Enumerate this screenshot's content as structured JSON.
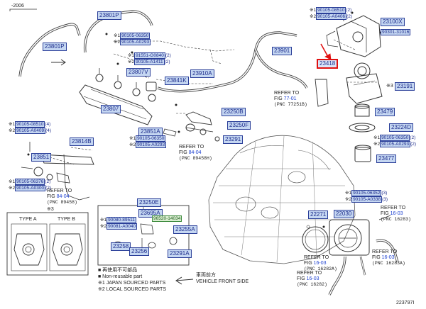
{
  "year_label": "-2006",
  "parts": {
    "p23801P_a": "23801P",
    "p23801P_b": "23801P",
    "p23807V": "23807V",
    "p23841K": "23841K",
    "p23807": "23807",
    "p23910A": "23910A",
    "p23901": "23901",
    "p23418": "23418",
    "p23100X": "23100X",
    "p23191": "23191",
    "p23479": "23479",
    "p23224D": "23224D",
    "p23477": "23477",
    "p23250B": "23250B",
    "p23250F": "23250F",
    "p23291": "23291",
    "p23851A": "23851A",
    "p23814B": "23814B",
    "p23851": "23851",
    "p23250E": "23250E",
    "p23695A": "23695A",
    "p23255A": "23255A",
    "p23258": "23258",
    "p23256": "23256",
    "p23291A": "23291A",
    "p22271": "22271",
    "p22030": "22030"
  },
  "subs": {
    "s1": {
      "mark": "※1",
      "code": "90105-06350"
    },
    "s2": {
      "mark": "※2",
      "code": "90105-A0293"
    },
    "s3": {
      "mark": "※1",
      "code": "91551-G0840",
      "qty": "(2)"
    },
    "s4": {
      "mark": "※2",
      "code": "90105-A1411",
      "qty": "(2)"
    },
    "s5": {
      "mark": "※1",
      "code": "90105-08510",
      "qty": "(2)"
    },
    "s6": {
      "mark": "※2",
      "code": "90105-A0406",
      "qty": "(2)"
    },
    "s7": {
      "code": "90301-31016"
    },
    "s8": {
      "mark": "※1",
      "code": "90105-06350",
      "qty": "(2)"
    },
    "s9": {
      "mark": "※2",
      "code": "90105-A0293",
      "qty": "(2)"
    },
    "s10": {
      "mark": "※1",
      "code": "90105-06350"
    },
    "s11": {
      "mark": "※2",
      "code": "90105-A0293"
    },
    "s12": {
      "mark": "※1",
      "code": "90105-08510",
      "qty": "(4)"
    },
    "s13": {
      "mark": "※2",
      "code": "90105-A0409",
      "qty": "(4)"
    },
    "s14": {
      "mark": "※1",
      "code": "90105-06376",
      "qty": "(2)"
    },
    "s15": {
      "mark": "※2",
      "code": "90105-A0300",
      "qty": "(2)"
    },
    "s16": {
      "mark": "※1",
      "code": "90105-06352",
      "qty": "(3)"
    },
    "s17": {
      "mark": "※2",
      "code": "90105-A0338",
      "qty": "(3)"
    },
    "s18": {
      "mark": "※1",
      "code": "90080-89511"
    },
    "s19": {
      "mark": "※2",
      "code": "90081-A0040"
    },
    "s20": {
      "code": "96520-14034"
    }
  },
  "refs": {
    "r1": {
      "refer": "REFER TO",
      "fig_prefix": "FIG ",
      "fig": "77-01",
      "pnc": "(PNC 77251B)"
    },
    "r2": {
      "refer": "REFER TO",
      "fig_prefix": "FIG ",
      "fig": "84-04",
      "pnc": "(PNC 89458H)"
    },
    "r3": {
      "refer": "REFER TO",
      "fig_prefix": "FIG ",
      "fig": "84-04",
      "pnc": "(PNC 89458)"
    },
    "r4": {
      "refer": "REFER TO",
      "fig_prefix": "FIG ",
      "fig": "16-03",
      "pnc": "(PNC 16283)"
    },
    "r5": {
      "refer": "REFER TO",
      "fig_prefix": "FIG ",
      "fig": "16-03",
      "pnc": "(PNC 16282A)"
    },
    "r6": {
      "refer": "REFER TO",
      "fig_prefix": "FIG ",
      "fig": "16-03",
      "pnc": "(PNC 16283A)"
    },
    "r7": {
      "refer": "REFER TO",
      "fig_prefix": "FIG ",
      "fig": "16-03",
      "pnc": "(PNC 16282)"
    }
  },
  "type_box": {
    "note_mark": "※3",
    "type_a": "TYPE A",
    "type_b": "TYPE B"
  },
  "legend": {
    "l1": "■ 再使用不可部品",
    "l2": "■ Non-reusable part",
    "l3": "※1 JAPAN SOURCED PARTS",
    "l4": "※2 LOCAL SOURCED PARTS"
  },
  "front": {
    "jp": "車両前方",
    "en": "VEHICLE FRONT SIDE"
  },
  "note_mark_3": "※3",
  "fig_no": "223797I",
  "colors": {
    "highlight": "#e01010",
    "label_fill": "#c5d7f2",
    "label_border": "#2b3f99",
    "link": "#1b3fd0"
  }
}
